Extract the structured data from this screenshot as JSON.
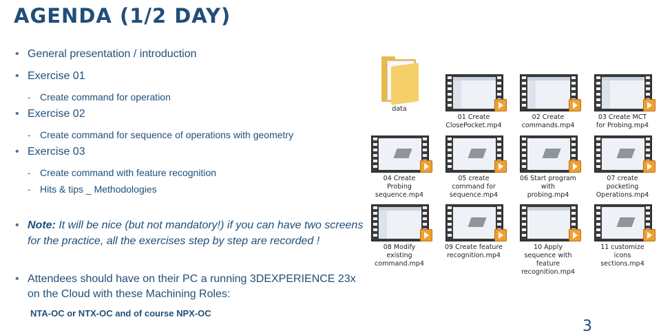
{
  "title": "AGENDA (1/2 DAY)",
  "agenda": {
    "item1": "General presentation / introduction",
    "item2": "Exercise 01",
    "item2_sub1": "Create command for operation",
    "item3": "Exercise 02",
    "item3_sub1": "Create command for sequence of operations with geometry",
    "item4": "Exercise 03",
    "item4_sub1": "Create command with feature recognition",
    "item4_sub2": "Hits & tips _ Methodologies",
    "note_label": "Note:",
    "note_text_line1": " It will be nice (but not mandatory!) if you can have two screens",
    "note_text_line2": "for the practice, all the exercises step by step are recorded !",
    "attendees_line1": "Attendees should have on their PC a running 3DEXPERIENCE 23x",
    "attendees_line2": "on the Cloud with these Machining Roles:",
    "roles": "NTA-OC or NTX-OC and of course NPX-OC"
  },
  "files": {
    "f0": {
      "l1": "data",
      "l2": "",
      "l3": ""
    },
    "f1": {
      "l1": "01 Create",
      "l2": "ClosePocket.mp4",
      "l3": ""
    },
    "f2": {
      "l1": "02 Create",
      "l2": "commands.mp4",
      "l3": ""
    },
    "f3": {
      "l1": "03 Create MCT",
      "l2": "for Probing.mp4",
      "l3": ""
    },
    "f4": {
      "l1": "04 Create",
      "l2": "Probing",
      "l3": "sequence.mp4"
    },
    "f5": {
      "l1": "05  create",
      "l2": "command for",
      "l3": "sequence.mp4"
    },
    "f6": {
      "l1": "06 Start program",
      "l2": "with",
      "l3": "probing.mp4"
    },
    "f7": {
      "l1": "07 create",
      "l2": "pocketing",
      "l3": "Operations.mp4"
    },
    "f8": {
      "l1": "08 Modify",
      "l2": "existing",
      "l3": "command.mp4"
    },
    "f9": {
      "l1": "09 Create feature",
      "l2": "recognition.mp4",
      "l3": ""
    },
    "f10": {
      "l1": "10 Apply",
      "l2": "sequence with",
      "l3": "feature",
      "l4": "recognition.mp4"
    },
    "f11": {
      "l1": "11 customize",
      "l2": "icons",
      "l3": "sections.mp4"
    }
  },
  "page_number": "3",
  "colors": {
    "title": "#1f4e79",
    "folder": "#e8b94a",
    "play": "#f0a030"
  }
}
